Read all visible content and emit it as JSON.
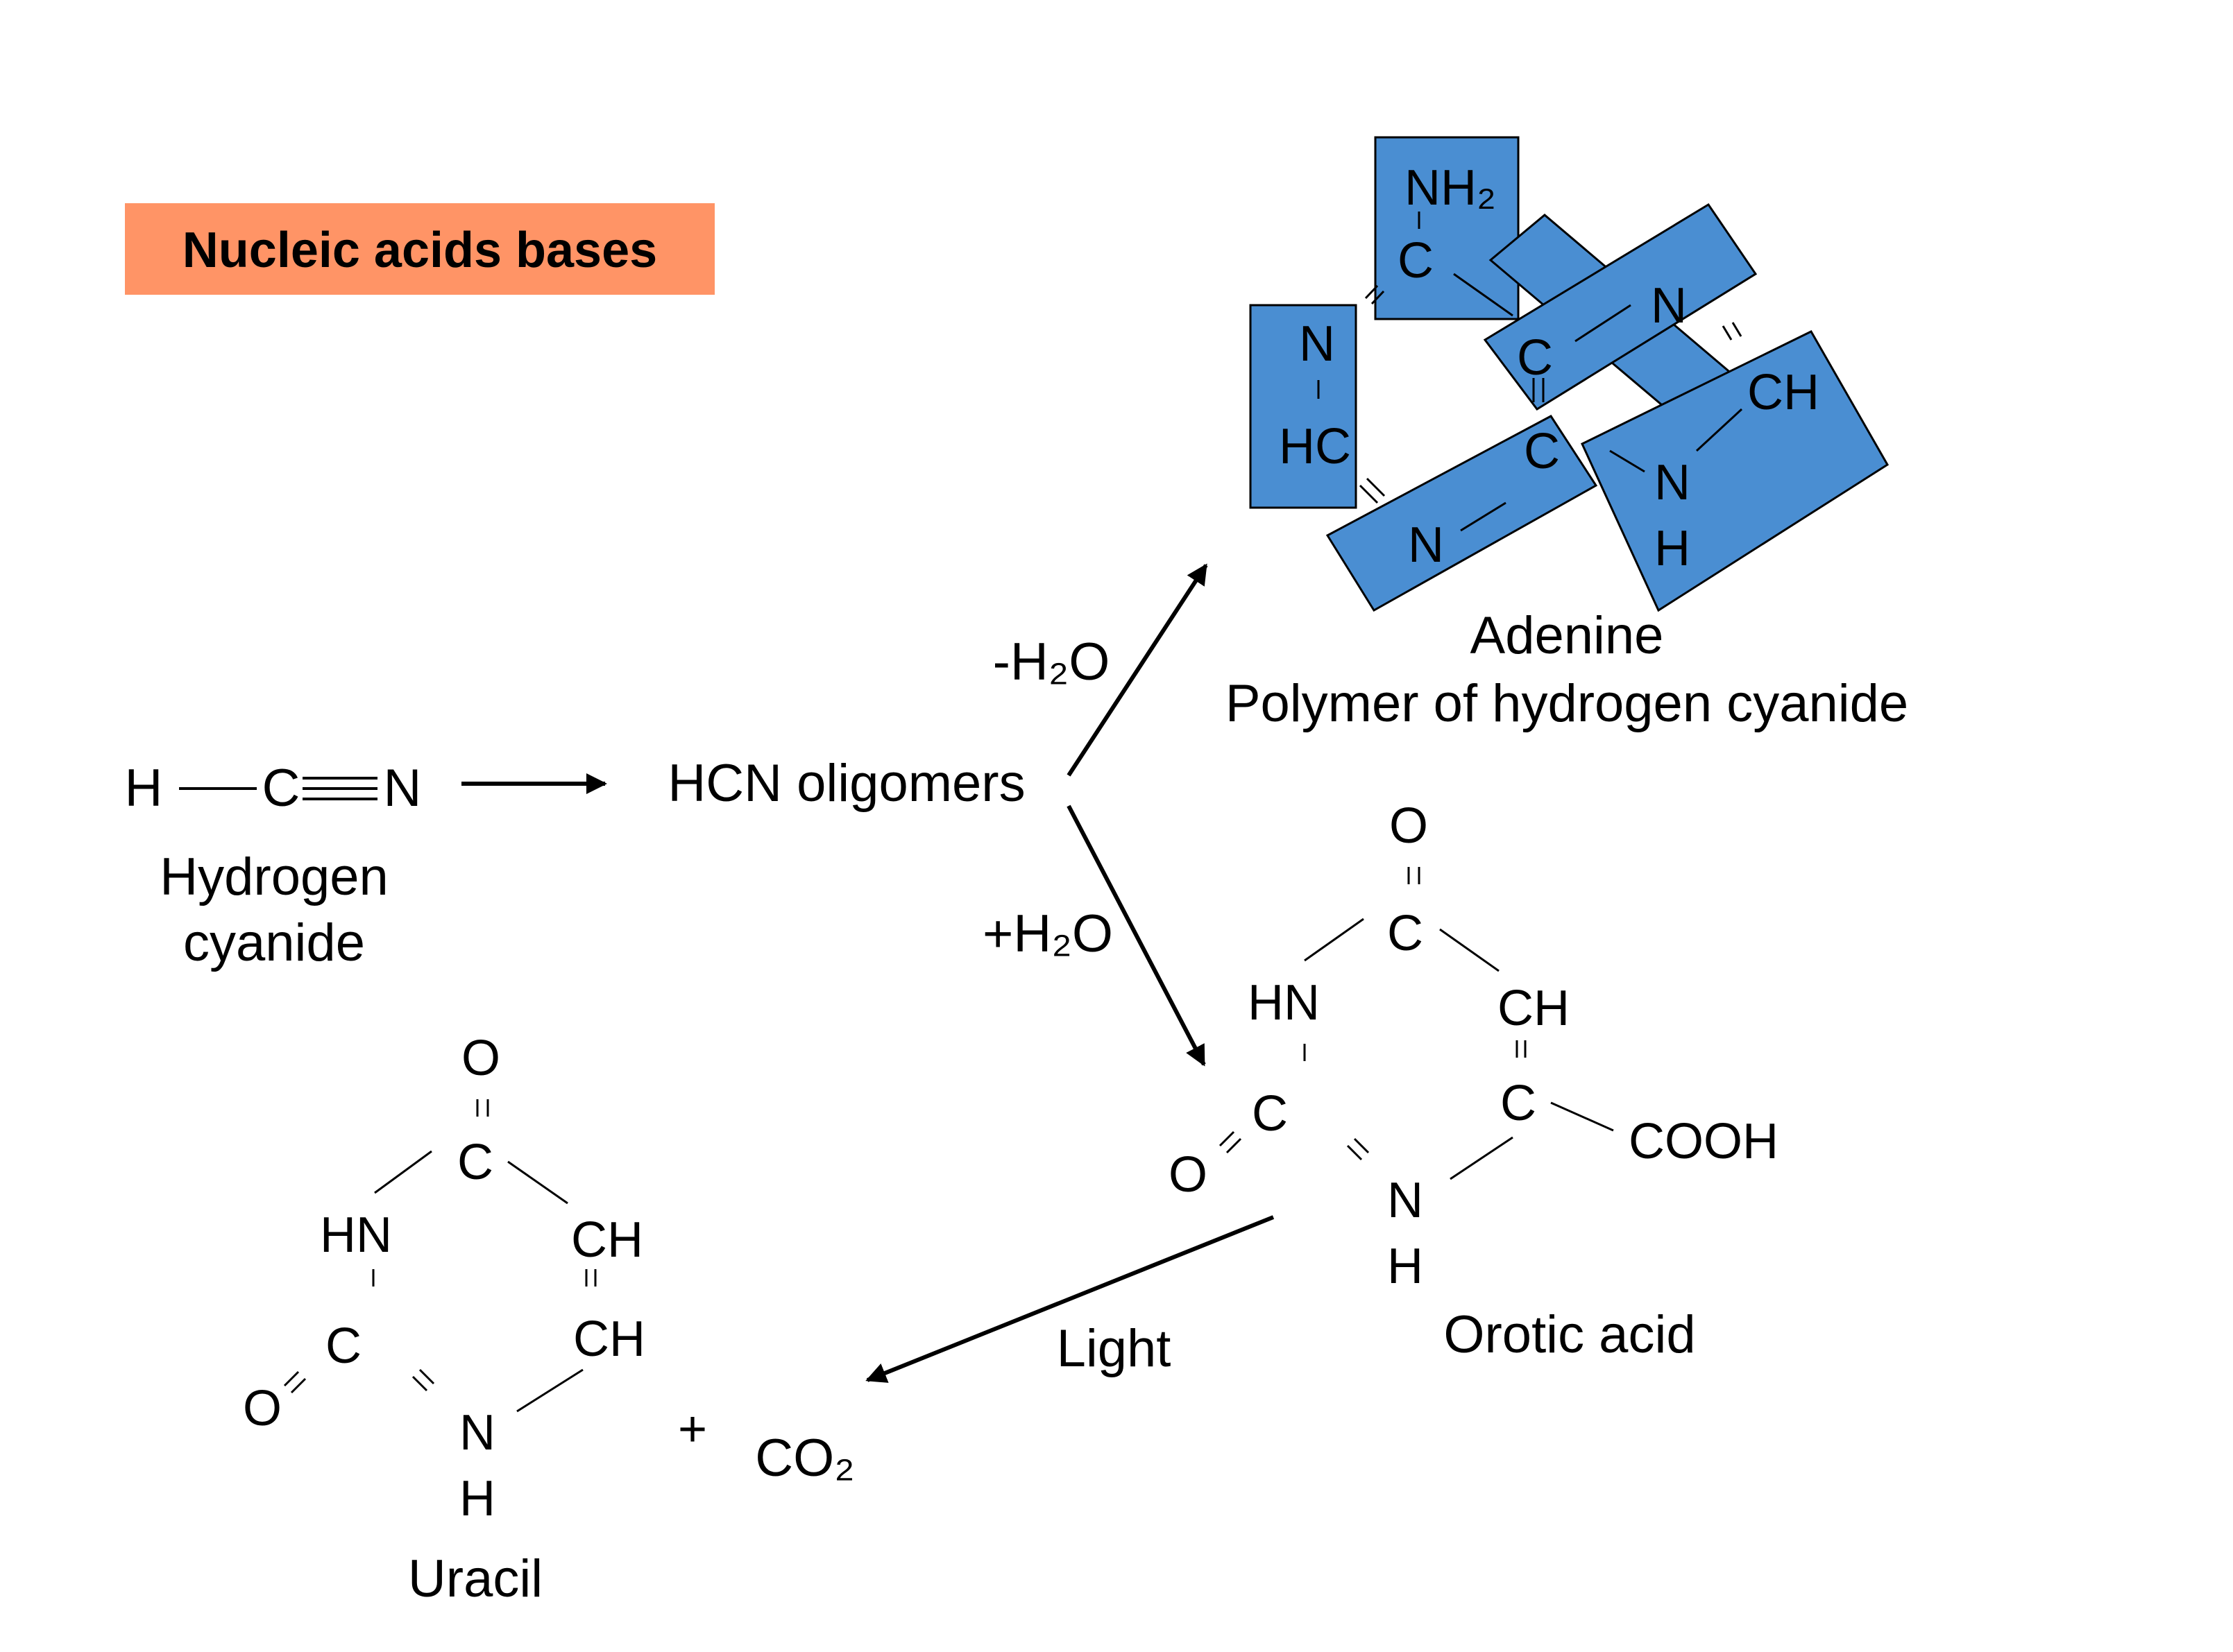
{
  "slide": {
    "title": "Nucleic acids bases",
    "colors": {
      "title_box": "#FF9466",
      "adenine_box": "#4A8ED2",
      "ink": "#000000"
    }
  },
  "reactions": {
    "dehydration_label": "-H₂O",
    "hydration_label": "+H₂O",
    "light_label": "Light",
    "plus_sign": "+"
  },
  "hydrogen_cyanide": {
    "atoms": [
      "H",
      "C",
      "N"
    ],
    "name_line1": "Hydrogen",
    "name_line2": "cyanide"
  },
  "hcn_oligomers": {
    "label": "HCN oligomers"
  },
  "adenine": {
    "atoms": {
      "nh2": "NH₂",
      "c_top": "C",
      "n_left": "N",
      "hc": "HC",
      "c_mid": "C",
      "n_right": "N",
      "c_center": "C",
      "ch": "CH",
      "n_bottom": "N",
      "n_h": "N",
      "h": "H"
    },
    "name": "Adenine",
    "subtitle": "Polymer of hydrogen cyanide"
  },
  "orotic_acid": {
    "atoms": {
      "o_top": "O",
      "c_top": "C",
      "hn": "HN",
      "ch": "CH",
      "c_left": "C",
      "o_left": "O",
      "c_right": "C",
      "cooh": "COOH",
      "n": "N",
      "h": "H"
    },
    "name": "Orotic acid"
  },
  "uracil": {
    "atoms": {
      "o_top": "O",
      "c_top": "C",
      "hn": "HN",
      "ch_top": "CH",
      "ch_bottom": "CH",
      "c_left": "C",
      "o_left": "O",
      "n": "N",
      "h": "H"
    },
    "name": "Uracil"
  },
  "carbon_dioxide": {
    "formula": "CO₂"
  }
}
